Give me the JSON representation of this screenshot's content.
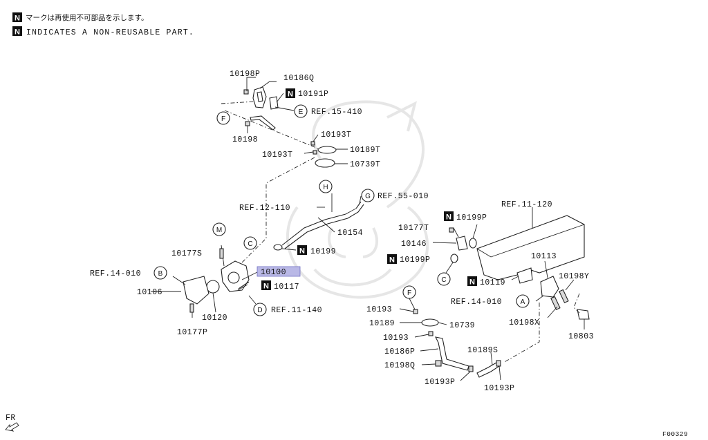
{
  "legend": {
    "badge": "N",
    "line_jp": "マークは再使用不可部品を示します。",
    "line_en": "INDICATES A NON-REUSABLE PART."
  },
  "highlight_color": "#b9b8e6",
  "labels": {
    "p10198P": "10198P",
    "p10186Q": "10186Q",
    "p10191P": "10191P",
    "refE": "REF.15-410",
    "p10198": "10198",
    "p10193T_a": "10193T",
    "p10193T_b": "10193T",
    "p10189T": "10189T",
    "p10739T": "10739T",
    "refG": "REF.55-010",
    "ref12": "REF.12-110",
    "p10154": "10154",
    "p10177S": "10177S",
    "p10199": "10199",
    "p10100": "10100",
    "ref14b": "REF.14-010",
    "p10117": "10117",
    "p10106": "10106",
    "refD": "REF.11-140",
    "p10120": "10120",
    "p10177P": "10177P",
    "ref11": "REF.11-120",
    "p10177T": "10177T",
    "p10199P_a": "10199P",
    "p10146": "10146",
    "p10199P_b": "10199P",
    "p10113": "10113",
    "p10119": "10119",
    "p10198Y": "10198Y",
    "ref14a": "REF.14-010",
    "p10193": "10193",
    "p10189": "10189",
    "p10739": "10739",
    "p10198X": "10198X",
    "p10193b": "10193",
    "p10803": "10803",
    "p10186P": "10186P",
    "p10189S": "10189S",
    "p10198Q": "10198Q",
    "p10193P_a": "10193P",
    "p10193P_b": "10193P",
    "fr": "FR",
    "code": "F00329"
  },
  "callouts": {
    "E": "E",
    "F": "F",
    "F2": "F",
    "G": "G",
    "H": "H",
    "M": "M",
    "C": "C",
    "C2": "C",
    "B": "B",
    "D": "D",
    "A": "A"
  }
}
